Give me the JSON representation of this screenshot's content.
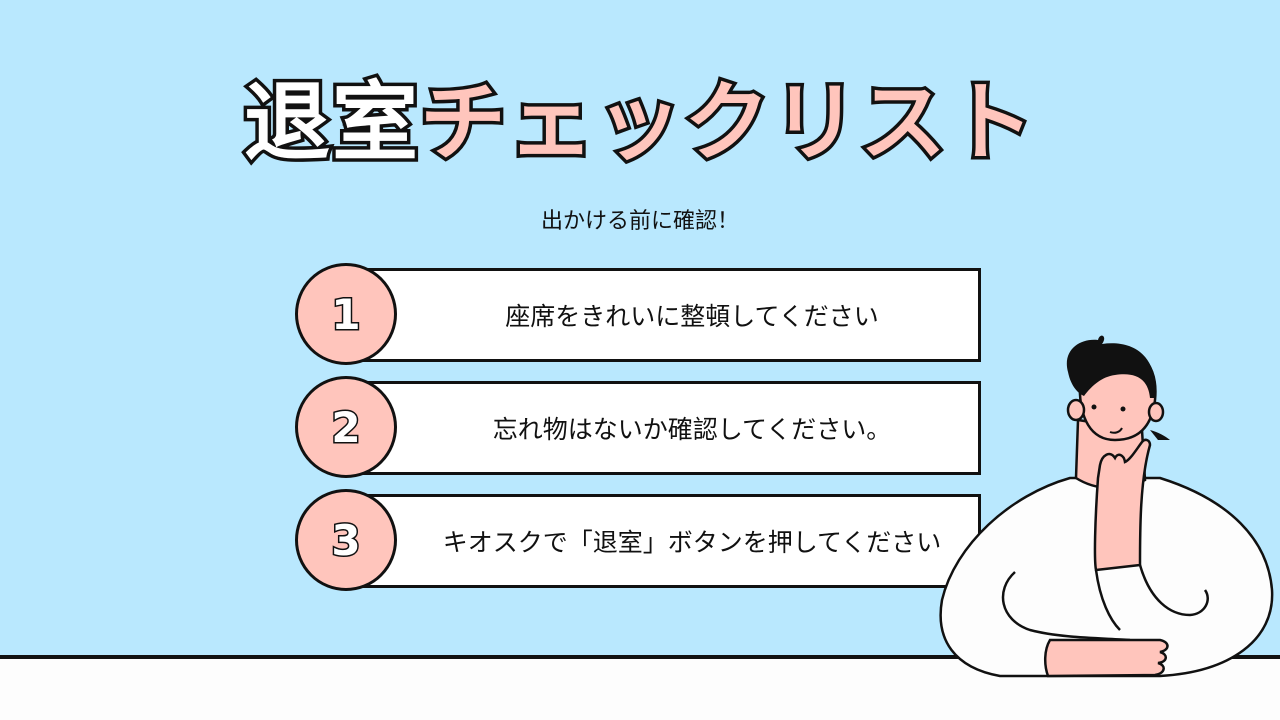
{
  "title": {
    "part1": "退室",
    "part2": "チェックリスト"
  },
  "subtitle": "出かける前に確認！",
  "checklist": [
    {
      "number": "1",
      "text": "座席をきれいに整頓してください"
    },
    {
      "number": "2",
      "text": "忘れ物はないか確認してください。"
    },
    {
      "number": "3",
      "text": "キオスクで「退室」ボタンを押してください"
    }
  ],
  "colors": {
    "background": "#B9E8FE",
    "accent_pink": "#FFC5BC",
    "outline": "#111111",
    "card": "#FFFFFF"
  },
  "illustration": "person-thinking-icon"
}
